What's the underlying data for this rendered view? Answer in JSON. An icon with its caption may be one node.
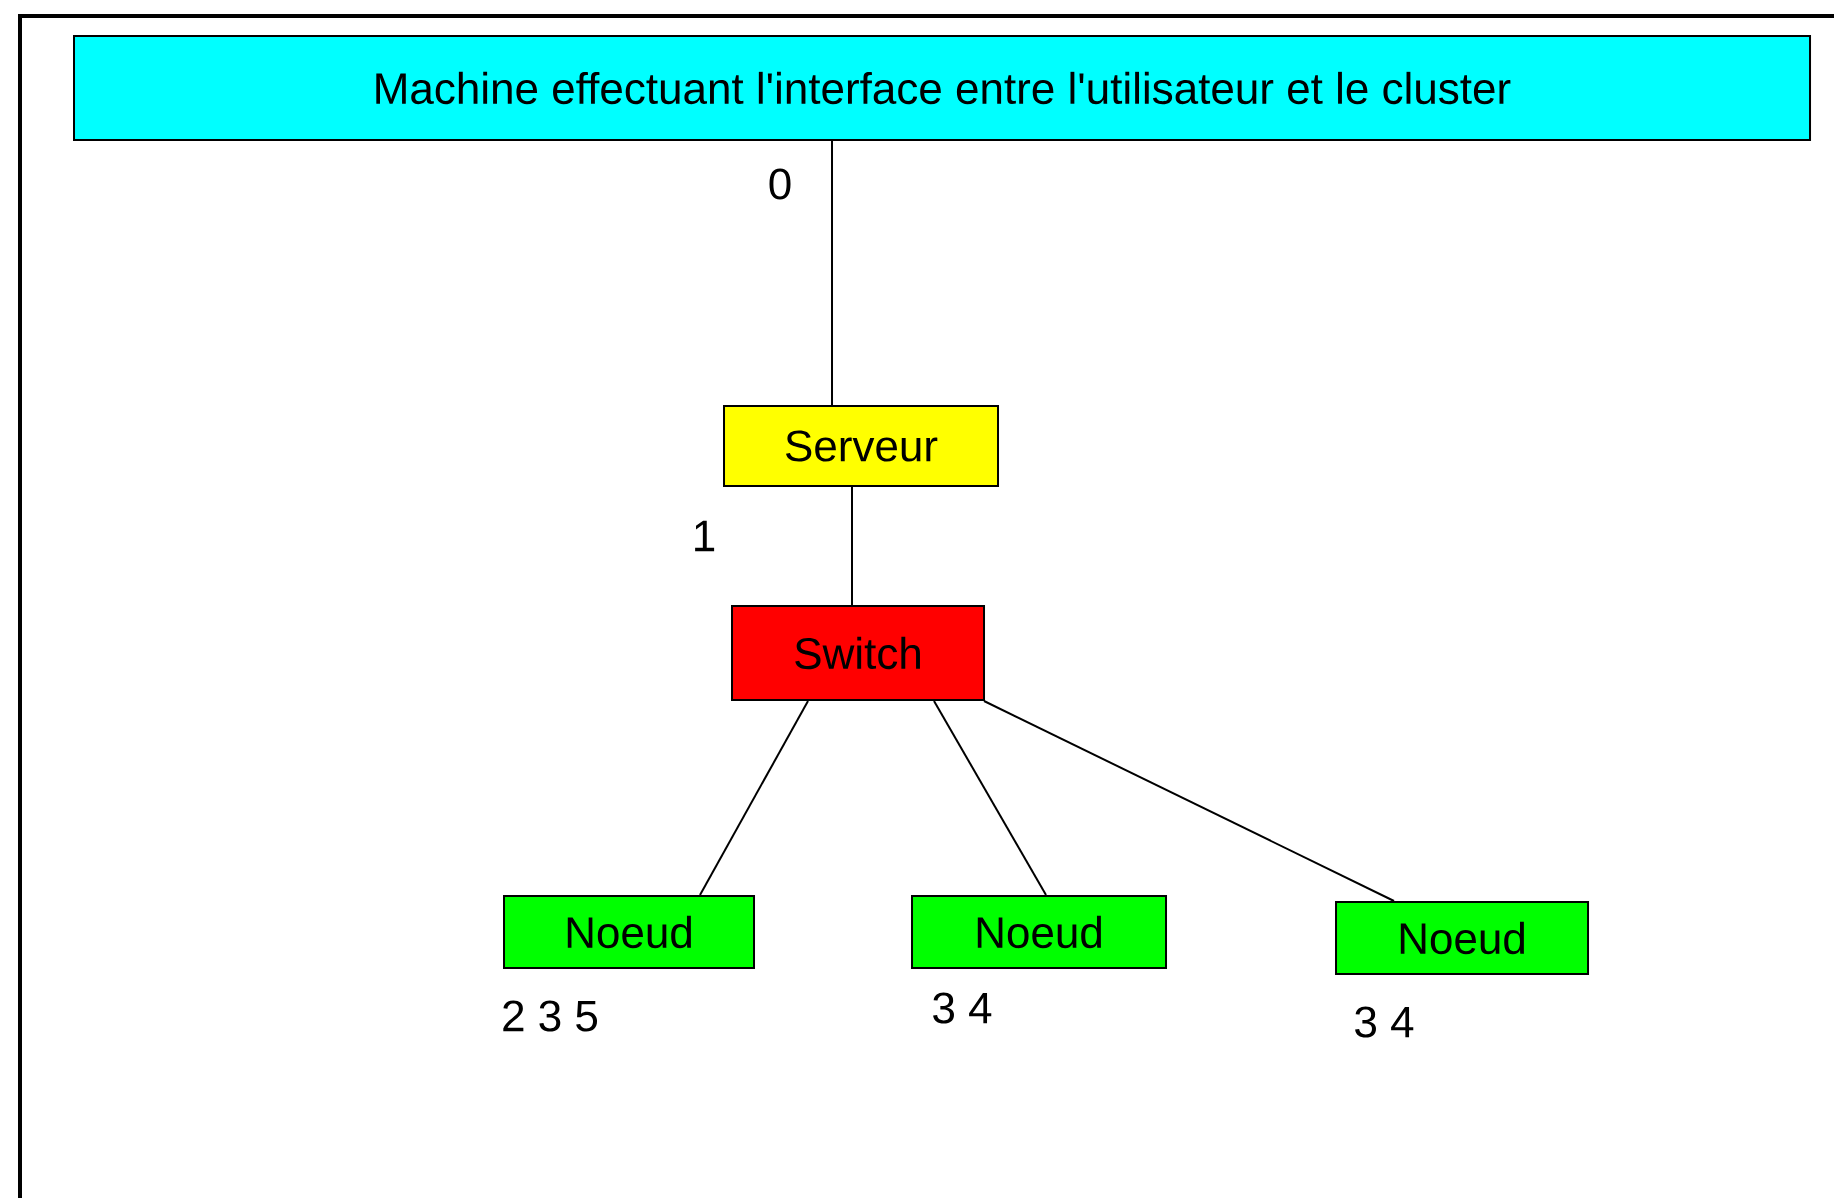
{
  "diagram": {
    "nodes": [
      {
        "text": [
          "Machine effectuant l'interface entre l'utilisateur et le cluster"
        ],
        "beside": [
          "0"
        ]
      },
      {
        "text": [
          "Serveur"
        ],
        "beside": [
          "1"
        ]
      },
      {
        "text": [
          "Switch"
        ]
      },
      {
        "text": [
          "Noeud"
        ],
        "beside": [
          "2 3 5"
        ]
      },
      {
        "text": [
          "Noeud"
        ],
        "beside": [
          "3 4"
        ]
      },
      {
        "text": [
          "Noeud"
        ],
        "beside": [
          "3 4"
        ]
      }
    ],
    "edges": [
      {
        "from": 0,
        "to": 1,
        "arrow": "none"
      },
      {
        "from": 1,
        "to": 2,
        "arrow": "none"
      },
      {
        "from": 2,
        "to": 3,
        "arrow": "none"
      },
      {
        "from": 2,
        "to": 4,
        "arrow": "none"
      },
      {
        "from": 2,
        "to": 5,
        "arrow": "none"
      }
    ]
  }
}
